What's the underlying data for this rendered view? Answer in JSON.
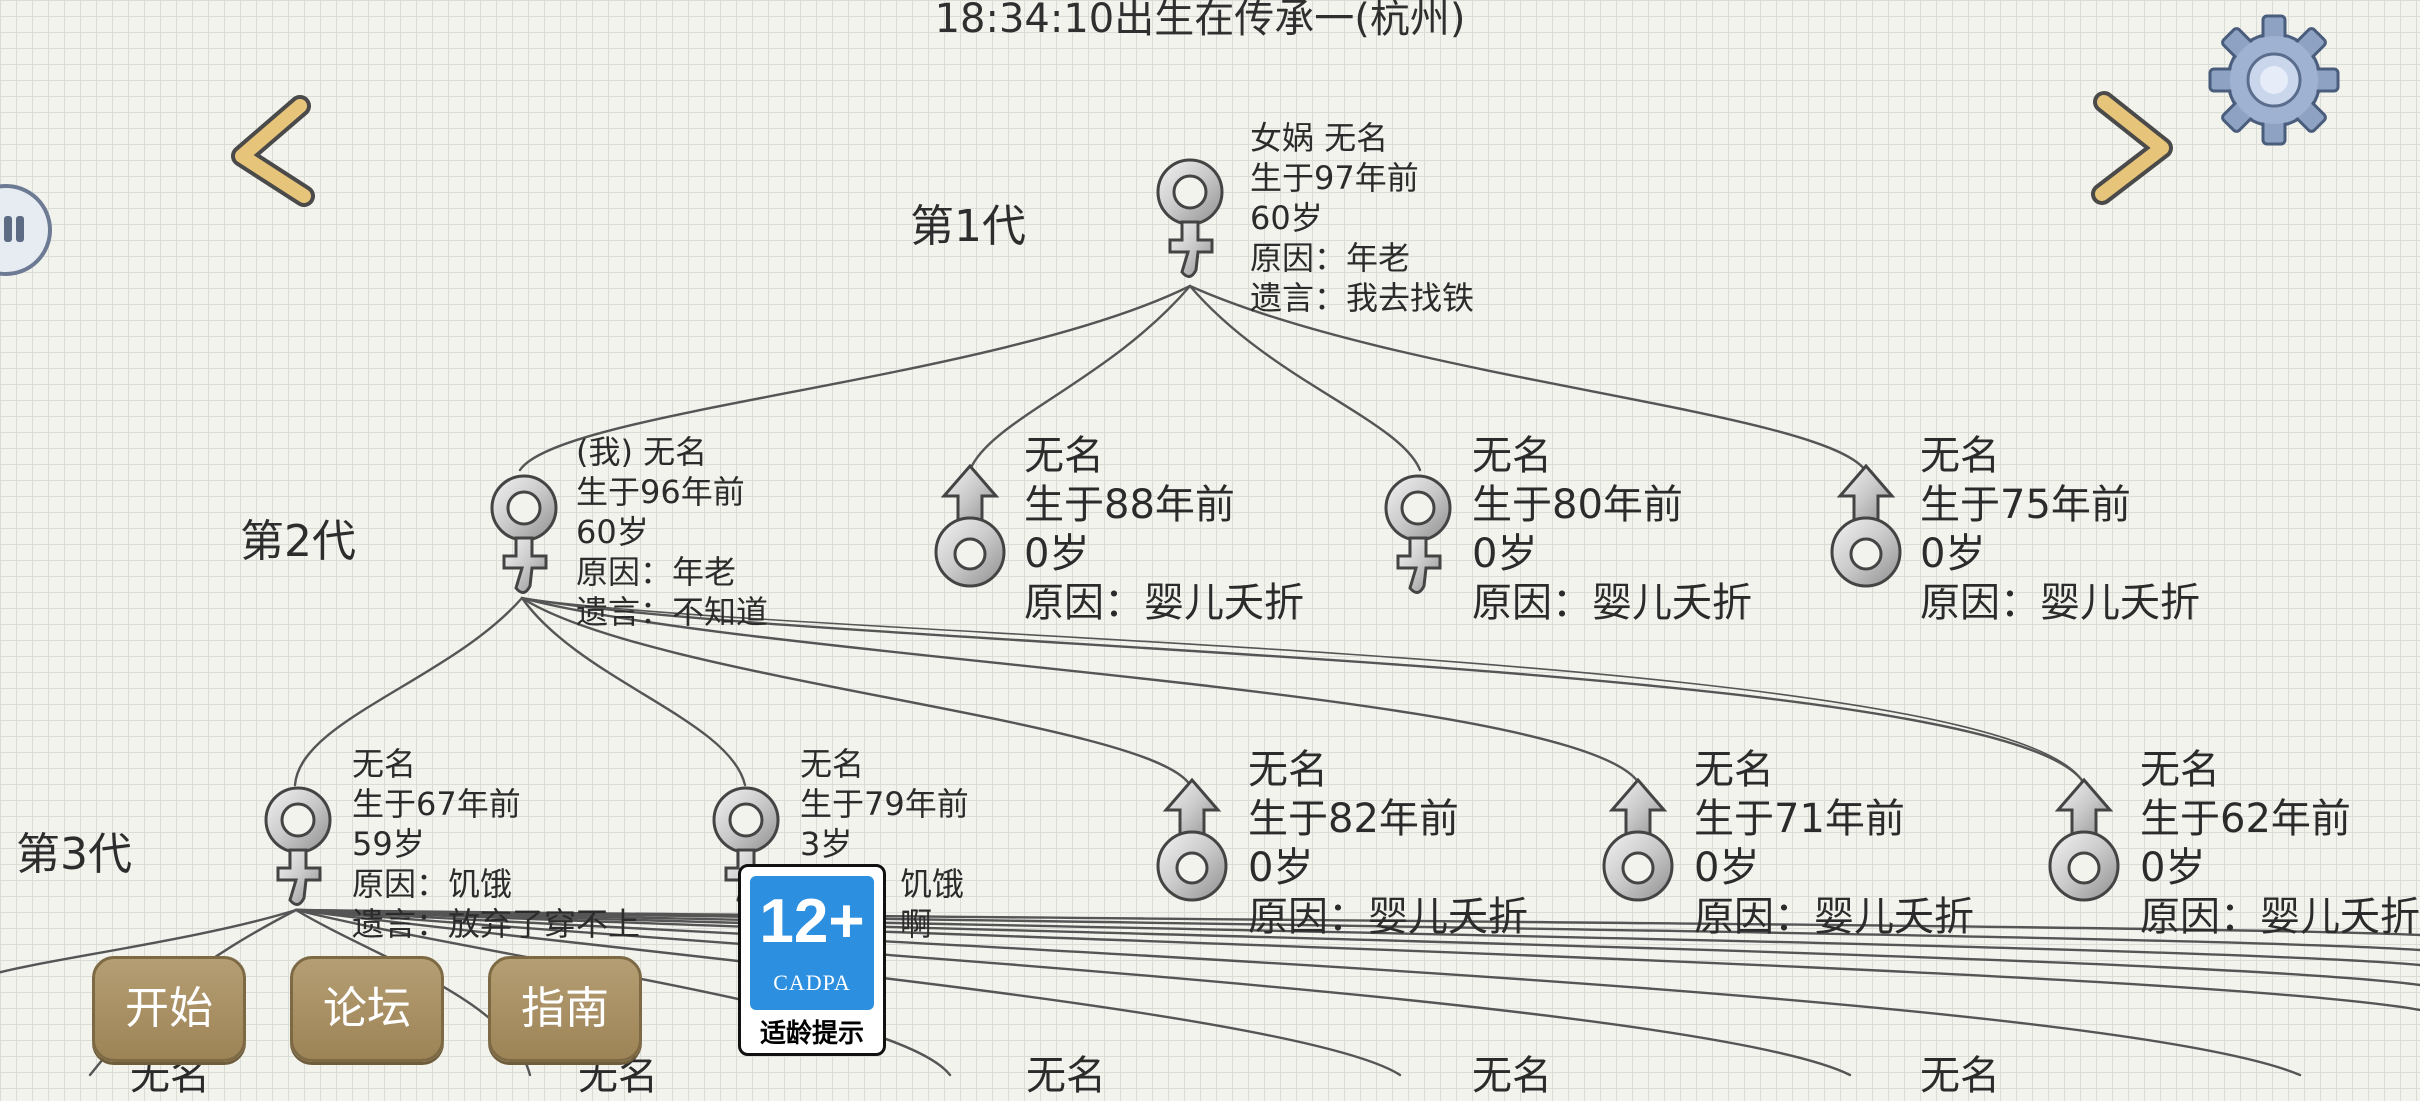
{
  "header": {
    "title": "18:34:10出生在传承一(杭州)"
  },
  "generations": [
    "第1代",
    "第2代",
    "第3代"
  ],
  "nodes": {
    "g1_0": {
      "sex": "female",
      "lines": [
        "女娲 无名",
        "生于97年前",
        "60岁",
        "原因：年老",
        "遗言：我去找铁"
      ]
    },
    "g2_0": {
      "sex": "female",
      "lines": [
        "(我) 无名",
        "生于96年前",
        "60岁",
        "原因：年老",
        "遗言：不知道"
      ]
    },
    "g2_1": {
      "sex": "male",
      "lines": [
        "无名",
        "生于88年前",
        "0岁",
        "原因：婴儿夭折"
      ]
    },
    "g2_2": {
      "sex": "female",
      "lines": [
        "无名",
        "生于80年前",
        "0岁",
        "原因：婴儿夭折"
      ]
    },
    "g2_3": {
      "sex": "male",
      "lines": [
        "无名",
        "生于75年前",
        "0岁",
        "原因：婴儿夭折"
      ]
    },
    "g3_0": {
      "sex": "female",
      "lines": [
        "无名",
        "生于67年前",
        "59岁",
        "原因：饥饿",
        "遗言：放弃了穿不上"
      ]
    },
    "g3_1": {
      "sex": "female",
      "lines": [
        "无名",
        "生于79年前",
        "3岁",
        "饥饿",
        "啊"
      ]
    },
    "g3_2": {
      "sex": "male",
      "lines": [
        "无名",
        "生于82年前",
        "0岁",
        "原因：婴儿夭折"
      ]
    },
    "g3_3": {
      "sex": "male",
      "lines": [
        "无名",
        "生于71年前",
        "0岁",
        "原因：婴儿夭折"
      ]
    },
    "g3_4": {
      "sex": "male",
      "lines": [
        "无名",
        "生于62年前",
        "0岁",
        "原因：婴儿夭折"
      ]
    }
  },
  "g4_labels": [
    "无名",
    "无名",
    "无名",
    "无名",
    "无名"
  ],
  "menu": {
    "start": "开始",
    "forum": "论坛",
    "guide": "指南"
  },
  "age_rating": {
    "age": "12+",
    "org": "CADPA",
    "note": "适龄提示"
  },
  "icons": {
    "prev": "chevron-left-icon",
    "next": "chevron-right-icon",
    "settings": "gear-icon",
    "side": "pause-icon",
    "female": "female-symbol-icon",
    "male": "male-symbol-icon"
  },
  "colors": {
    "button": "#a58d60",
    "badge_blue": "#2d8fe0",
    "arrow": "#e5c57a"
  }
}
